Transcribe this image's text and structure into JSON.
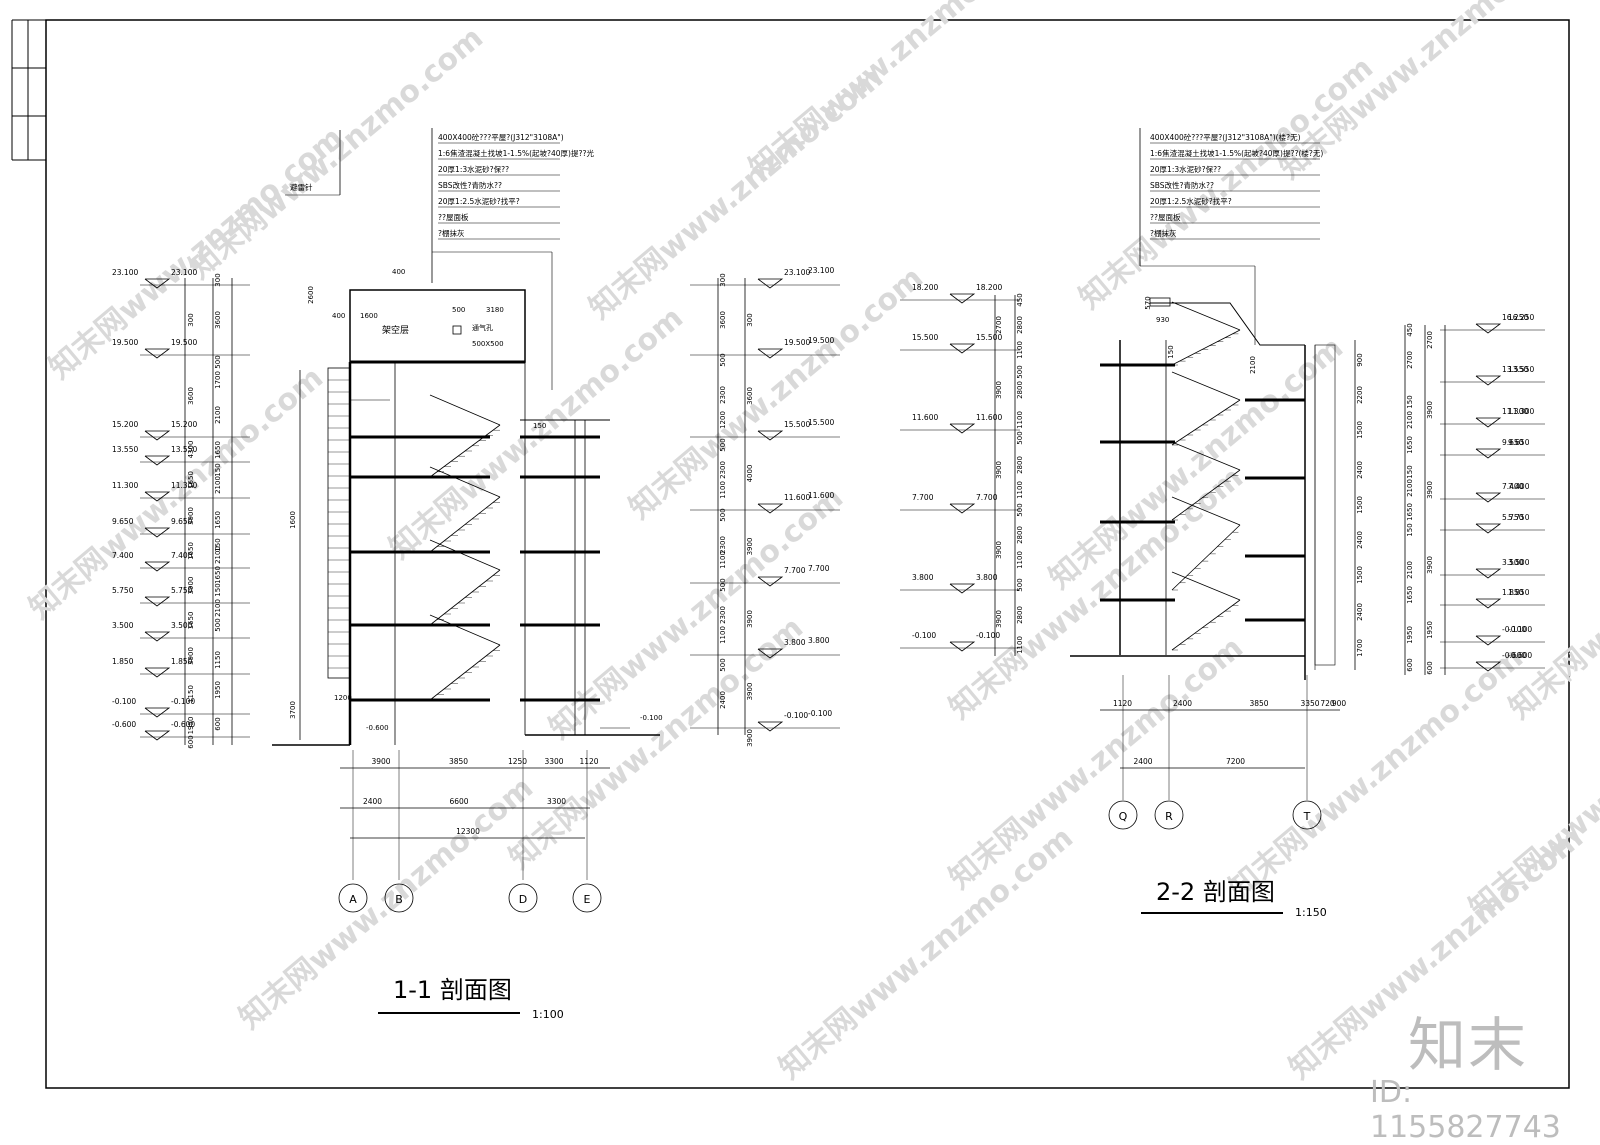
{
  "section_1": {
    "title": "1-1 剖面图",
    "scale": "1:100",
    "roof_notes": [
      "400X400砼???平屋?(J312\"3108A\")",
      "1:6焦渣混凝土找坡1-1.5%(起坡?40厚)提??光",
      "20厚1:3水泥砂?保??",
      "SBS改性?青防水??",
      "20厚1:2.5水泥砂?找平?",
      "??屋面板",
      "?棚抹灰"
    ],
    "lightning_rod": "避雷针",
    "roof_space": "架空层",
    "vent": "通气孔",
    "vent_size": "500X500",
    "left_elevations": [
      "23.100",
      "19.500",
      "15.200",
      "13.550",
      "11.300",
      "9.650",
      "7.400",
      "5.750",
      "3.500",
      "1.850",
      "-0.100",
      "-0.600"
    ],
    "left_dims_outer": [
      "300",
      "3600",
      "4300",
      "1650",
      "3900",
      "1650",
      "3900",
      "1650",
      "3900",
      "1150",
      "1950",
      "600"
    ],
    "left_dims_inner": [
      "300",
      "3600",
      "500",
      "1700",
      "2100",
      "1650",
      "150",
      "2100",
      "1650",
      "150",
      "2100",
      "1650",
      "150",
      "2100",
      "500",
      "1150",
      "1950",
      "600"
    ],
    "right_elevations": [
      "23.100",
      "19.500",
      "15.500",
      "11.600",
      "7.700",
      "3.800",
      "-0.100"
    ],
    "right_dims_outer": [
      "300",
      "3600",
      "4000",
      "3900",
      "3900",
      "3900",
      "3900"
    ],
    "right_dims_inner": [
      "300",
      "3600",
      "500",
      "2300",
      "1200",
      "500",
      "2300",
      "1100",
      "500",
      "2300",
      "1100",
      "500",
      "2300",
      "1100",
      "500",
      "2400"
    ],
    "plan_dims_1": [
      "3900",
      "3850",
      "1250",
      "3300",
      "1120"
    ],
    "plan_dims_2": [
      "2400",
      "6600",
      "3300"
    ],
    "plan_total": "12300",
    "axes": [
      "A",
      "B",
      "D",
      "E"
    ],
    "misc_dims": [
      "2600",
      "400",
      "400",
      "1600",
      "500",
      "3180",
      "150",
      "1600",
      "3700",
      "1200"
    ],
    "ground_left": "-0.600",
    "ground_right": "-0.100"
  },
  "section_2": {
    "title": "2-2 剖面图",
    "scale": "1:150",
    "roof_notes": [
      "400X400砼???平屋?(J312\"3108A\")(楼?无)",
      "1:6焦渣混凝土找坡1-1.5%(起坡?40厚)提??(楼?无)",
      "20厚1:3水泥砂?保??",
      "SBS改性?青防水??",
      "20厚1:2.5水泥砂?找平?",
      "??屋面板",
      "?棚抹灰"
    ],
    "left_elevations": [
      "18.200",
      "15.500",
      "11.600",
      "7.700",
      "3.800",
      "-0.100"
    ],
    "left_dims_outer": [
      "2700",
      "3900",
      "3900",
      "3900",
      "3900"
    ],
    "left_dims_inner": [
      "450",
      "2800",
      "1100",
      "500",
      "2800",
      "1100",
      "500",
      "2800",
      "1100",
      "500",
      "2800",
      "1100",
      "500",
      "2800",
      "1100"
    ],
    "right_elevations": [
      "16.250",
      "13.550",
      "11.300",
      "9.650",
      "7.400",
      "5.750",
      "3.500",
      "1.850",
      "-0.100",
      "-0.600"
    ],
    "right_dims_outer": [
      "2700",
      "3900",
      "3900",
      "3900",
      "1950",
      "600"
    ],
    "right_dims_mid": [
      "450",
      "2700",
      "150",
      "2100",
      "1650",
      "150",
      "2100",
      "1650",
      "150",
      "2100",
      "1650",
      "1950",
      "600"
    ],
    "right_dims_inner": [
      "900",
      "2200",
      "1500",
      "2400",
      "1500",
      "2400",
      "1500",
      "2400",
      "1700"
    ],
    "plan_dims_1": [
      "1120",
      "2400",
      "3850",
      "3350",
      "720",
      "900"
    ],
    "plan_dims_2": [
      "2400",
      "7200"
    ],
    "axes": [
      "Q",
      "R",
      "T"
    ],
    "misc_dims": [
      "570",
      "930",
      "150",
      "2100"
    ]
  },
  "watermark": {
    "text": "知末网www.znzmo.com"
  },
  "brand": {
    "logo": "知末",
    "id": "ID: 1155827743"
  }
}
